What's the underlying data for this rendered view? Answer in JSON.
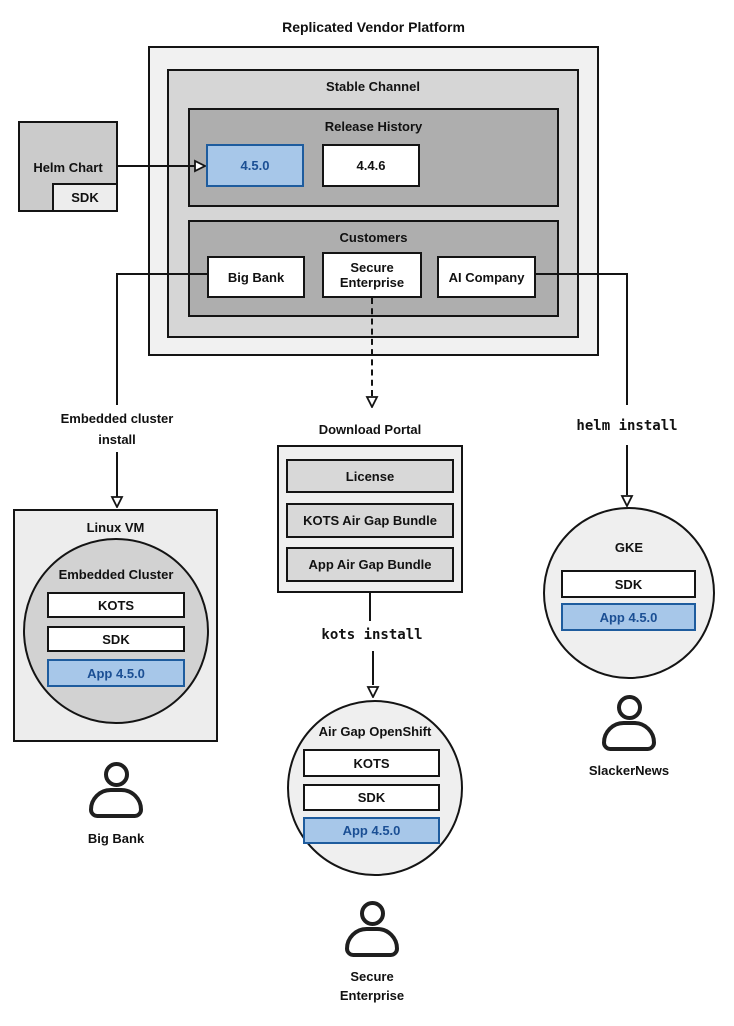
{
  "colors": {
    "highlight_fill": "#a7c7e9",
    "highlight_border": "#1e5c9e",
    "highlight_text": "#1b4f94",
    "line": "#141414",
    "outer_gray": "#f1f1f1",
    "mid_gray": "#d6d6d6",
    "dark_gray": "#aeaeae"
  },
  "platform": {
    "title": "Replicated Vendor Platform",
    "stable_channel_label": "Stable Channel",
    "release_history": {
      "label": "Release History",
      "releases": [
        {
          "version": "4.5.0",
          "highlighted": true
        },
        {
          "version": "4.4.6",
          "highlighted": false
        }
      ]
    },
    "customers": {
      "label": "Customers",
      "items": [
        {
          "name": "Big Bank"
        },
        {
          "name": "Secure Enterprise"
        },
        {
          "name": "AI Company"
        }
      ]
    }
  },
  "helm_chart": {
    "label": "Helm Chart",
    "sdk": "SDK"
  },
  "flows": {
    "embedded_install": "Embedded cluster install",
    "helm_install": "helm install",
    "kots_install": "kots install"
  },
  "download_portal": {
    "title": "Download Portal",
    "items": [
      {
        "label": "License"
      },
      {
        "label": "KOTS Air Gap Bundle"
      },
      {
        "label": "App Air Gap Bundle"
      }
    ]
  },
  "linux_vm": {
    "title": "Linux VM",
    "embedded_cluster": {
      "title": "Embedded Cluster",
      "kots": "KOTS",
      "sdk": "SDK",
      "app": "App 4.5.0"
    },
    "user": "Big Bank"
  },
  "openshift": {
    "title": "Air Gap OpenShift",
    "kots": "KOTS",
    "sdk": "SDK",
    "app": "App 4.5.0",
    "user": "Secure Enterprise"
  },
  "gke": {
    "title": "GKE",
    "sdk": "SDK",
    "app": "App 4.5.0",
    "user": "SlackerNews"
  }
}
